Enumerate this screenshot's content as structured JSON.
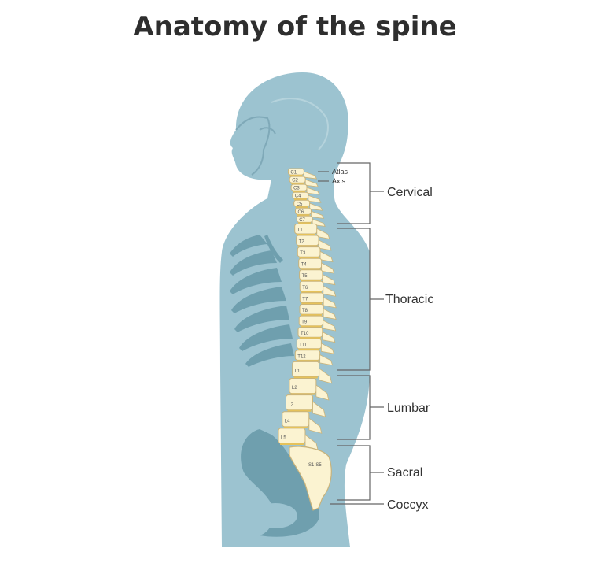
{
  "title": "Anatomy of the spine",
  "labels": {
    "atlas": "Atlas",
    "axis": "Axis",
    "cervical": "Cervical",
    "thoracic": "Thoracic",
    "lumbar": "Lumbar",
    "sacral": "Sacral",
    "coccyx": "Coccyx"
  },
  "vertebrae": {
    "cervical": [
      "C1",
      "C2",
      "C3",
      "C4",
      "C5",
      "C6",
      "C7"
    ],
    "thoracic": [
      "T1",
      "T2",
      "T3",
      "T4",
      "T5",
      "T6",
      "T7",
      "T8",
      "T9",
      "T10",
      "T11",
      "T12"
    ],
    "lumbar": [
      "L1",
      "L2",
      "L3",
      "L4",
      "L5"
    ],
    "sacrum": "S1-S5"
  },
  "colors": {
    "body": "#9cc3d0",
    "body_dark": "#6f9fae",
    "bone": "#fbf3d1",
    "bone_edge": "#c9b37a",
    "disc": "#e6c25a",
    "bracket": "#666666"
  }
}
